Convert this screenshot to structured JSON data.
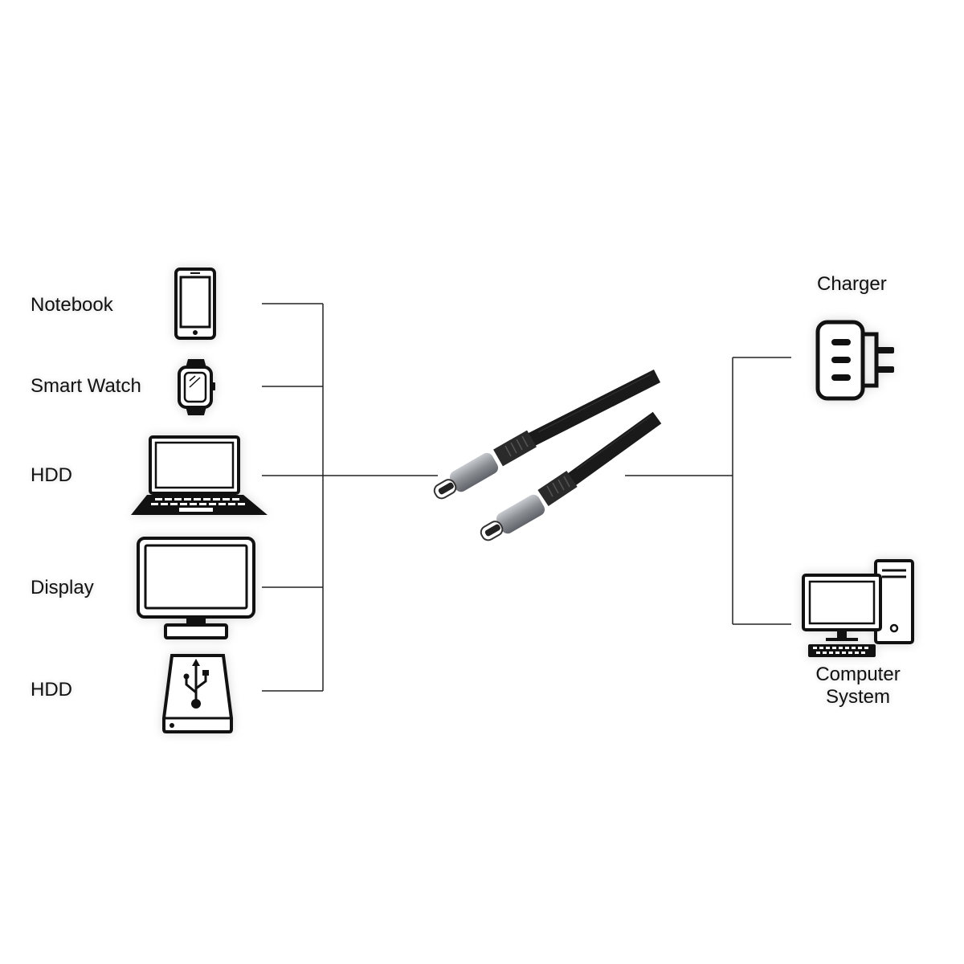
{
  "left_devices": {
    "notebook": "Notebook",
    "smart_watch": "Smart Watch",
    "hdd_1": "HDD",
    "display": "Display",
    "hdd_2": "HDD"
  },
  "right_devices": {
    "charger": "Charger",
    "computer_line1": "Computer",
    "computer_line2": "System"
  },
  "icons": {
    "smartphone": "smartphone-icon",
    "smartwatch": "smartwatch-icon",
    "laptop": "laptop-icon",
    "monitor": "monitor-icon",
    "usb_drive": "usb-drive-icon",
    "charger": "charger-icon",
    "desktop_pc": "desktop-computer-icon",
    "cable": "usb-c-cable"
  },
  "colors": {
    "line": "#222222",
    "icon": "#111111",
    "cable_jacket": "#1a1a1a",
    "connector": "#8a8d92"
  }
}
